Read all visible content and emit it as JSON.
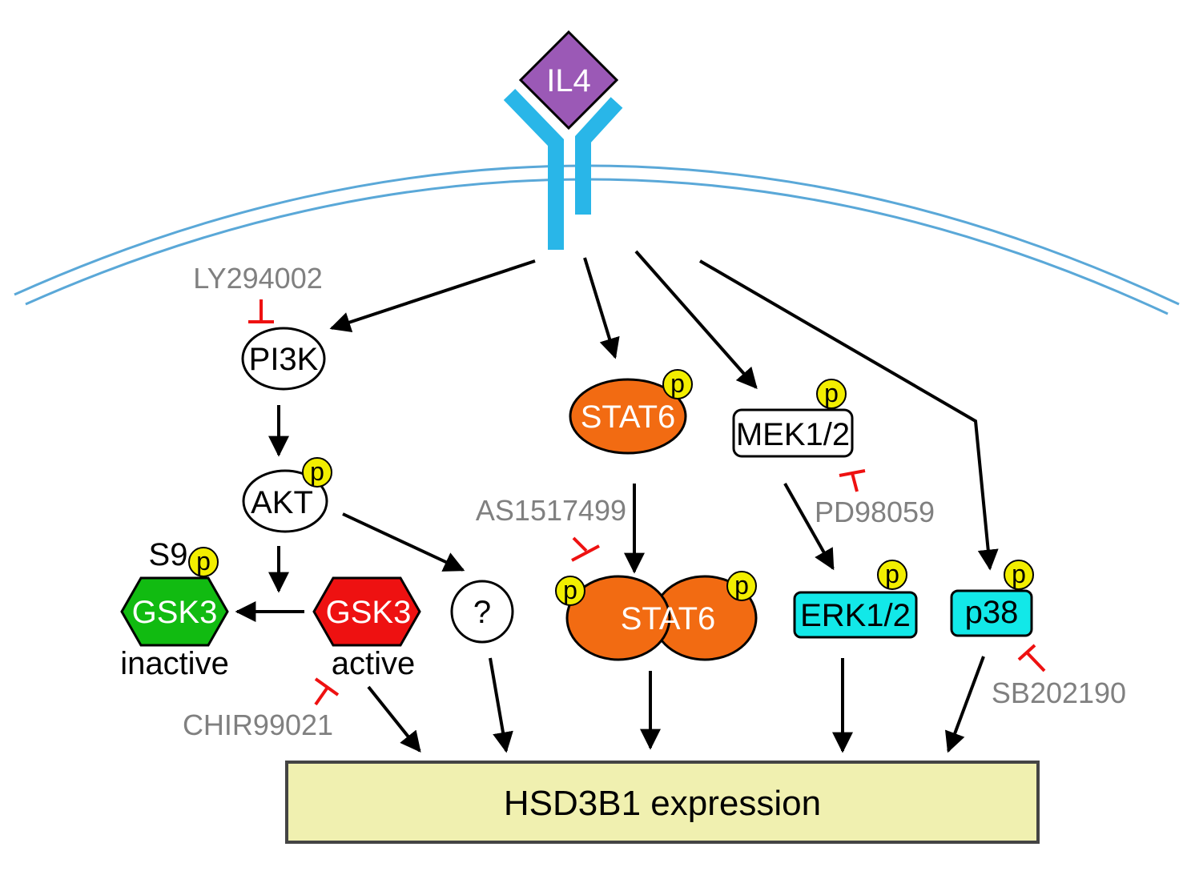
{
  "ligand": {
    "label": "IL4",
    "color": "#9b59b6"
  },
  "receptor": {
    "color": "#29b6e8"
  },
  "membrane": {
    "color": "#5aa8d8"
  },
  "phospho": {
    "label": "p",
    "color": "#f2ee00"
  },
  "nodes": {
    "pi3k": {
      "label": "PI3K"
    },
    "akt": {
      "label": "AKT"
    },
    "stat6_mono": {
      "label": "STAT6",
      "color": "#f26b12"
    },
    "stat6_dimer": {
      "label": "STAT6",
      "color": "#f26b12"
    },
    "mek": {
      "label": "MEK1/2"
    },
    "erk": {
      "label": "ERK1/2",
      "color": "#12e8e8"
    },
    "p38": {
      "label": "p38",
      "color": "#12e8e8"
    },
    "gsk3_inactive": {
      "label": "GSK3",
      "state": "inactive",
      "site": "S9",
      "color": "#11bb11"
    },
    "gsk3_active": {
      "label": "GSK3",
      "state": "active",
      "color": "#ee1111"
    },
    "unknown": {
      "label": "?"
    }
  },
  "inhibitors": {
    "ly": "LY294002",
    "as": "AS1517499",
    "pd": "PD98059",
    "sb": "SB202190",
    "chir": "CHIR99021"
  },
  "inhibitor_color": "#ee1111",
  "inhibitor_text_color": "#808080",
  "output": {
    "label": "HSD3B1 expression",
    "color": "#f0f0b0"
  }
}
